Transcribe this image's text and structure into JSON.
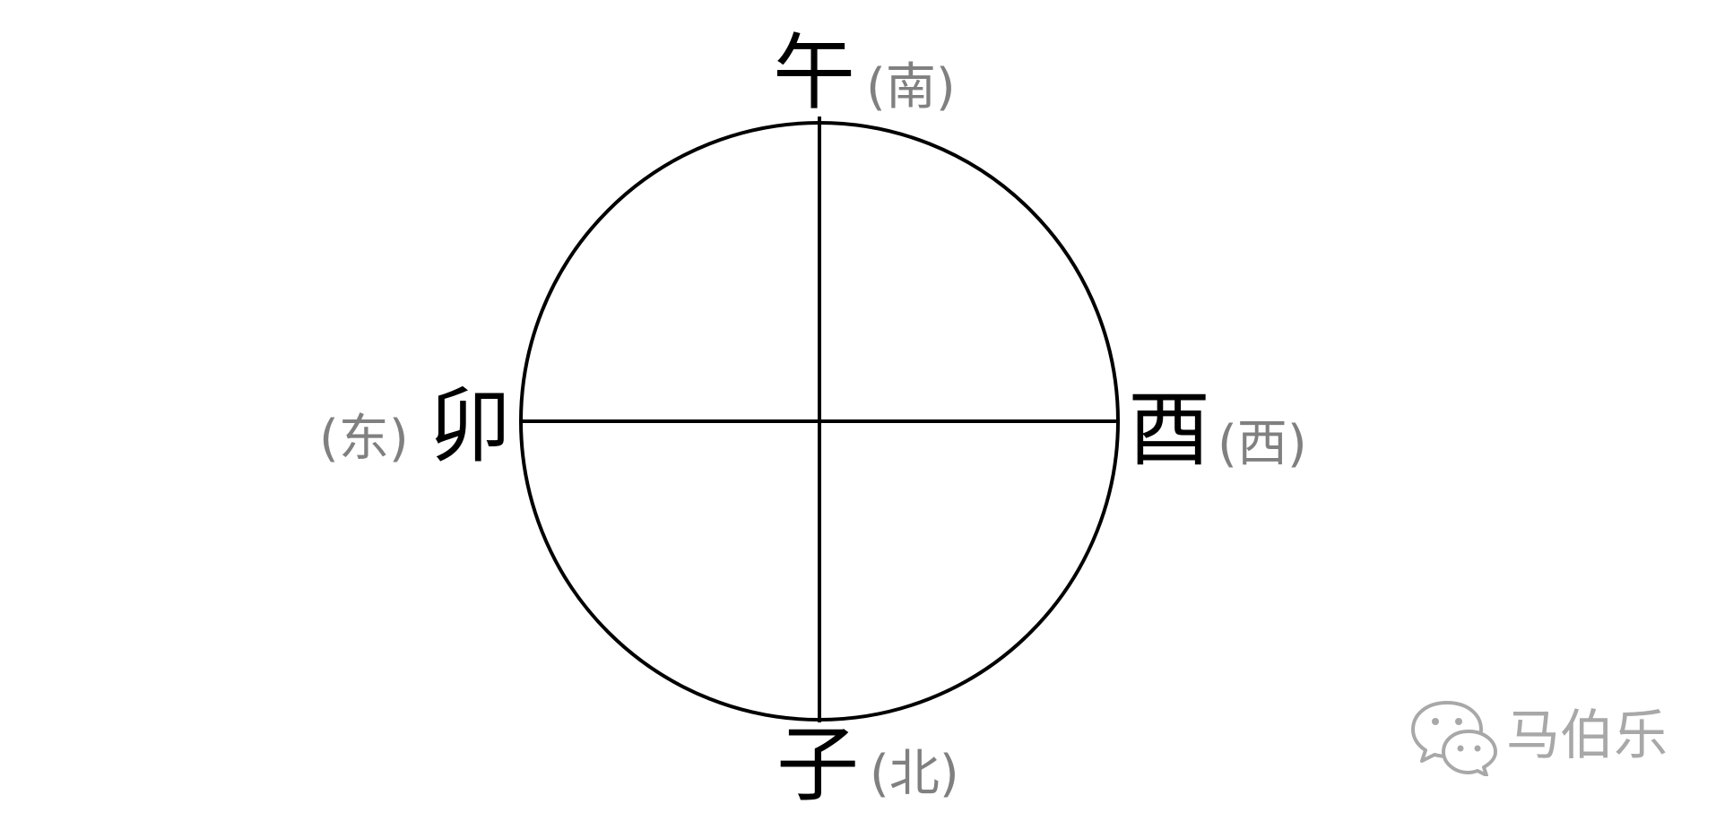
{
  "colors": {
    "background": "#ffffff",
    "line": "#000000",
    "branch_text": "#000000",
    "direction_text": "#808080",
    "watermark": "#a8a8a8"
  },
  "compass": {
    "top": {
      "branch": "午",
      "direction": "(南)"
    },
    "bottom": {
      "branch": "子",
      "direction": "(北)"
    },
    "left": {
      "branch": "卯",
      "direction": "(东)"
    },
    "right": {
      "branch": "酉",
      "direction": "(西)"
    }
  },
  "watermark": {
    "icon": "wechat-icon",
    "text": "马伯乐"
  }
}
